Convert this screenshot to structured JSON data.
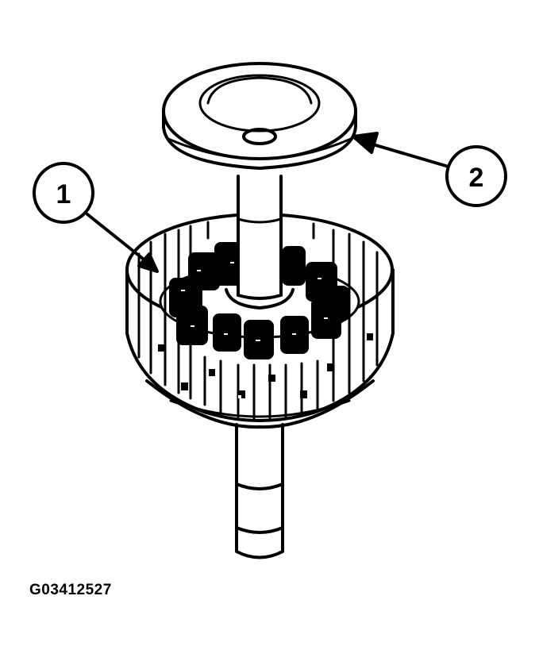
{
  "figure": {
    "id": "G03412527",
    "subject": "clutch drum assembly with springs and spring retainer disc on shaft",
    "colors": {
      "line": "#000000",
      "background": "#ffffff"
    }
  },
  "callouts": [
    {
      "number": "1",
      "label": "1",
      "target": "clutch return springs in drum"
    },
    {
      "number": "2",
      "label": "2",
      "target": "spring retainer disc"
    }
  ]
}
